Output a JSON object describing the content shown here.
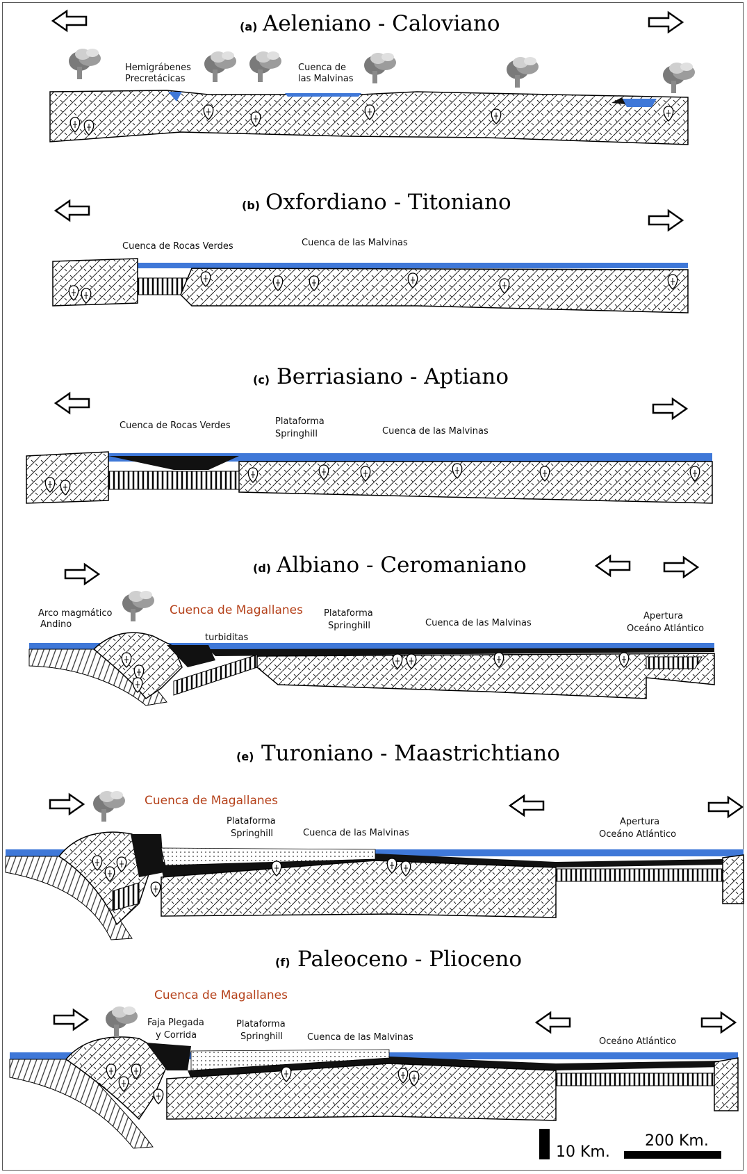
{
  "colors": {
    "sea": "#3f78d8",
    "sediment": "#111111",
    "arc_label": "#b5411a",
    "crust_texture": "#222222"
  },
  "panels": [
    {
      "letter": "(a)",
      "title": "Aeleniano - Caloviano",
      "labels": [
        {
          "text": "Hemigrábenes",
          "color": "dark"
        },
        {
          "text": "Precretácicas",
          "color": "dark"
        },
        {
          "text": "Cuenca de",
          "color": "dark"
        },
        {
          "text": "las Malvinas",
          "color": "dark"
        }
      ]
    },
    {
      "letter": "(b)",
      "title": "Oxfordiano - Titoniano",
      "labels": [
        {
          "text": "Cuenca de Rocas Verdes",
          "color": "dark"
        },
        {
          "text": "Cuenca de las Malvinas",
          "color": "dark"
        }
      ]
    },
    {
      "letter": "(c)",
      "title": "Berriasiano - Aptiano",
      "labels": [
        {
          "text": "Cuenca de Rocas Verdes",
          "color": "dark"
        },
        {
          "text": "Plataforma",
          "color": "dark"
        },
        {
          "text": "Springhill",
          "color": "dark"
        },
        {
          "text": "Cuenca de las Malvinas",
          "color": "dark"
        }
      ]
    },
    {
      "letter": "(d)",
      "title": "Albiano - Ceromaniano",
      "labels": [
        {
          "text": "Arco magmático",
          "color": "dark"
        },
        {
          "text": "Andino",
          "color": "dark"
        },
        {
          "text": "Cuenca de Magallanes",
          "color": "red"
        },
        {
          "text": "turbiditas",
          "color": "dark"
        },
        {
          "text": "Plataforma",
          "color": "dark"
        },
        {
          "text": "Springhill",
          "color": "dark"
        },
        {
          "text": "Cuenca de las Malvinas",
          "color": "dark"
        },
        {
          "text": "Apertura",
          "color": "dark"
        },
        {
          "text": "Oceáno Atlántico",
          "color": "dark"
        }
      ]
    },
    {
      "letter": "(e)",
      "title": "Turoniano - Maastrichtiano",
      "labels": [
        {
          "text": "Cuenca de Magallanes",
          "color": "red"
        },
        {
          "text": "Plataforma",
          "color": "dark"
        },
        {
          "text": "Springhill",
          "color": "dark"
        },
        {
          "text": "Cuenca de las Malvinas",
          "color": "dark"
        },
        {
          "text": "Apertura",
          "color": "dark"
        },
        {
          "text": "Oceáno Atlántico",
          "color": "dark"
        }
      ]
    },
    {
      "letter": "(f)",
      "title": "Paleoceno - Plioceno",
      "labels": [
        {
          "text": "Cuenca de Magallanes",
          "color": "red"
        },
        {
          "text": "Faja Plegada",
          "color": "dark"
        },
        {
          "text": "y Corrida",
          "color": "dark"
        },
        {
          "text": "Plataforma",
          "color": "dark"
        },
        {
          "text": "Springhill",
          "color": "dark"
        },
        {
          "text": "Cuenca de las Malvinas",
          "color": "dark"
        },
        {
          "text": "Oceáno Atlántico",
          "color": "dark"
        }
      ]
    }
  ],
  "scale_bar": {
    "vertical": "10 Km.",
    "horizontal": "200 Km."
  }
}
